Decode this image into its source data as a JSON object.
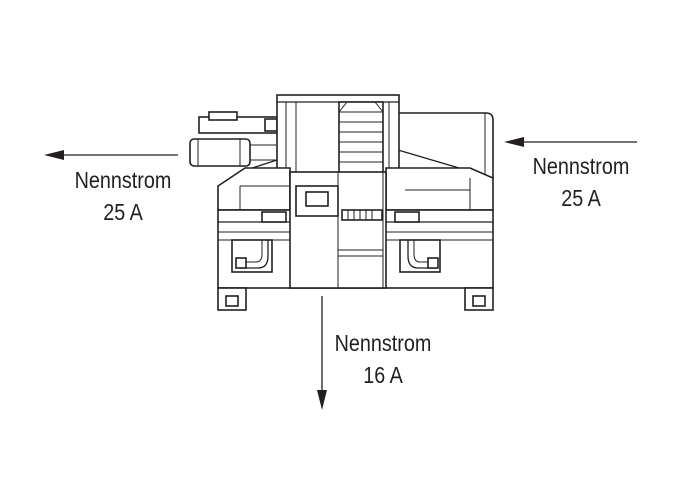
{
  "labels": {
    "left": {
      "line1": "Nennstrom",
      "line2": "25 A"
    },
    "right": {
      "line1": "Nennstrom",
      "line2": "25 A"
    },
    "down": {
      "line1": "Nennstrom",
      "line2": "16 A"
    }
  },
  "colors": {
    "ink": "#231f20",
    "background": "#ffffff"
  }
}
